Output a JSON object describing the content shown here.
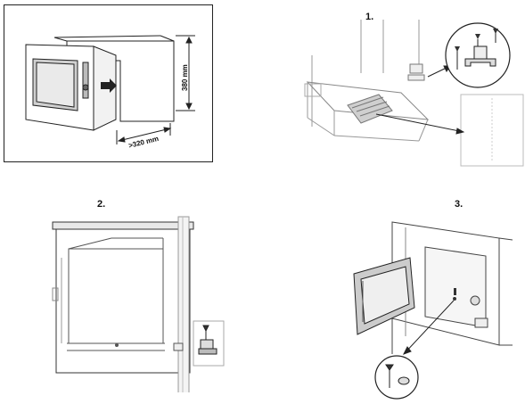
{
  "panels": {
    "overview": {
      "height_label": "380 mm",
      "depth_label": ">320 mm"
    },
    "step1": {
      "label": "1."
    },
    "step2": {
      "label": "2."
    },
    "step3": {
      "label": "3."
    }
  },
  "colors": {
    "line": "#222222",
    "light_line": "#9a9a9a",
    "hatch": "#8a8a8a",
    "frame": "#333333"
  }
}
